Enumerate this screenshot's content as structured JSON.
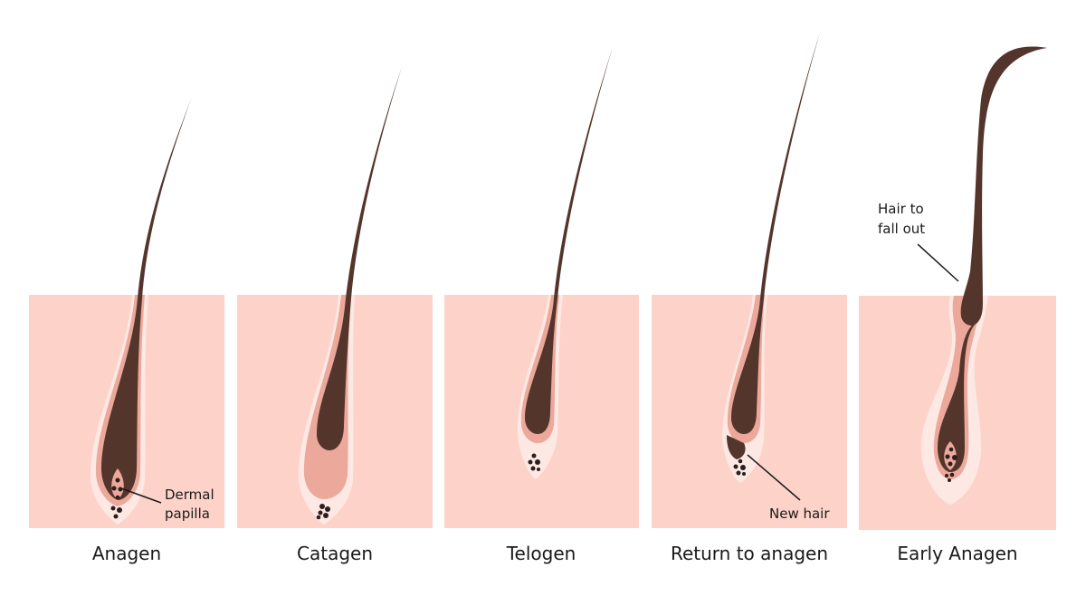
{
  "colors": {
    "skin": "#fdd3c9",
    "outer_sheath": "#fde8e4",
    "inner_sheath": "#eba89b",
    "hair": "#54352b",
    "dots": "#2a1f1c"
  },
  "stages": [
    {
      "label": "Anagen"
    },
    {
      "label": "Catagen"
    },
    {
      "label": "Telogen"
    },
    {
      "label": "Return to anagen"
    },
    {
      "label": "Early Anagen"
    }
  ],
  "annotations": {
    "dermal_papilla_line1": "Dermal",
    "dermal_papilla_line2": "papilla",
    "new_hair": "New hair",
    "hair_to_fall_out_line1": "Hair to",
    "hair_to_fall_out_line2": "fall out"
  }
}
